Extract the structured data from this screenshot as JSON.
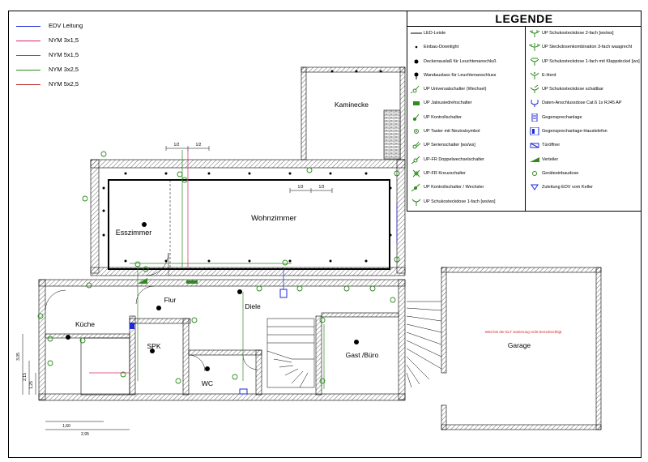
{
  "cable_legend": [
    {
      "label": "EDV Leitung",
      "color": "#1f2bd6"
    },
    {
      "label": "NYM 3x1,5",
      "color": "#d6246e"
    },
    {
      "label": "NYM 5x1,5",
      "color": "#b226c9"
    },
    {
      "label": "NYM 3x2,5",
      "color": "#2e8b1e"
    },
    {
      "label": "NYM 5x2,5",
      "color": "#b51e1e"
    }
  ],
  "legend": {
    "title": "LEGENDE",
    "left_items": [
      {
        "label": "LED-Leiste",
        "icon": "led-strip-icon"
      },
      {
        "label": "Einbau-Downlight",
        "icon": "downlight-icon"
      },
      {
        "label": "Deckenauslaß für Leuchtenanschluß",
        "icon": "ceiling-outlet-icon"
      },
      {
        "label": "Wandauslass für Leuchtenanschluss",
        "icon": "wall-outlet-icon"
      },
      {
        "label": "UP Universalschalter (Wechsel)",
        "icon": "universal-switch-icon"
      },
      {
        "label": "UP Jalousiedrehschalter",
        "icon": "blind-switch-icon"
      },
      {
        "label": "UP Kontrollschalter",
        "icon": "control-switch-icon"
      },
      {
        "label": "UP Taster mit Neutralsymbol",
        "icon": "push-button-icon"
      },
      {
        "label": "UP Serienschalter [ws/ws]",
        "icon": "series-switch-icon"
      },
      {
        "label": "UP-FR Doppelwechselschalter",
        "icon": "double-switch-icon"
      },
      {
        "label": "UP-FR Kreuzschalter",
        "icon": "cross-switch-icon"
      },
      {
        "label": "UP Kontrollschalter / Wechsler",
        "icon": "control-changeover-icon"
      },
      {
        "label": "UP Schukosteckdose 1-fach [ws/ws]",
        "icon": "socket-single-icon"
      }
    ],
    "right_items": [
      {
        "label": "UP Schukosteckdose 2-fach [ws/ws]",
        "icon": "socket-double-icon"
      },
      {
        "label": "UP Steckdosenkombination 3-fach waagrecht",
        "icon": "socket-triple-icon"
      },
      {
        "label": "UP Schukosteckdose 1-fach mit Klappdeckel [ws]",
        "icon": "socket-flap-icon"
      },
      {
        "label": "E-Herd",
        "icon": "stove-icon"
      },
      {
        "label": "UP Schukosteckdose schaltbar",
        "icon": "switchable-socket-icon"
      },
      {
        "label": "Daten-Anschlussdose Cat.6 1x RJ45 AP",
        "icon": "data-socket-icon"
      },
      {
        "label": "Gegensprechanlage",
        "icon": "intercom-icon"
      },
      {
        "label": "Gegensprechanlage-Haustelefon",
        "icon": "intercom-phone-icon"
      },
      {
        "label": "Türöffner",
        "icon": "door-opener-icon"
      },
      {
        "label": "Verteiler",
        "icon": "distribution-board-icon"
      },
      {
        "label": "Geräteeinbaudose",
        "icon": "device-box-icon"
      },
      {
        "label": "Zuleitung EDV vom Keller",
        "icon": "edv-feed-icon"
      }
    ]
  },
  "rooms": {
    "kaminecke": "Kaminecke",
    "esszimmer": "Esszimmer",
    "wohnzimmer": "Wohnzimmer",
    "flur": "Flur",
    "diele": "Diele",
    "kueche": "Küche",
    "spk": "SPK",
    "wc": "WC",
    "gast": "Gast /Büro",
    "garage": "Garage"
  },
  "garage_note": "Wird bei der ELT Sanierung nicht berücksichtigt",
  "dimensions": {
    "d_1_2a": "1/2",
    "d_1_2b": "1/2",
    "d_1_3a": "1/3",
    "d_1_3b": "1/3",
    "d_1_60": "1,60",
    "d_2_95": "2,95",
    "d_3_05": "3,05",
    "d_2_15": "2,15",
    "d_1_25": "1,25"
  }
}
